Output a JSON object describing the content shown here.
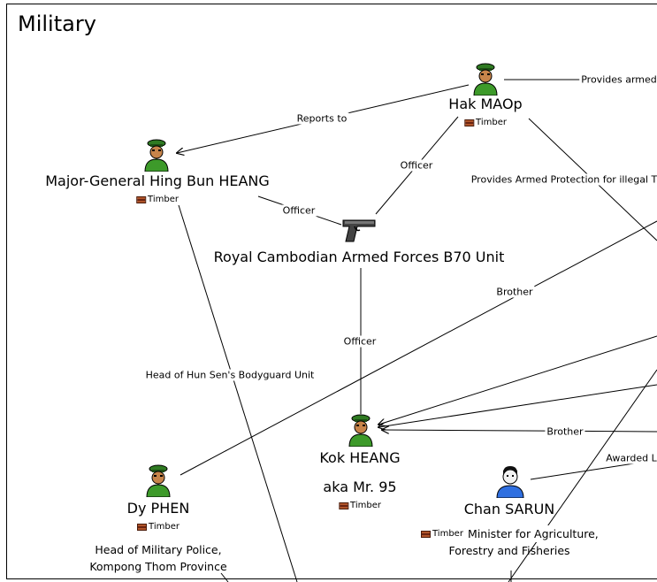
{
  "panel": {
    "title": "Military"
  },
  "tag_label": "Timber",
  "nodes": {
    "hak": {
      "name": "Hak  MAOp",
      "tag": "Timber"
    },
    "hing": {
      "name": "Major-General Hing Bun HEANG",
      "tag": "Timber"
    },
    "b70": {
      "name": "Royal Cambodian Armed Forces B70 Unit"
    },
    "kok": {
      "name": "Kok  HEANG",
      "aka": "aka Mr. 95",
      "tag": "Timber"
    },
    "dy": {
      "name": "Dy  PHEN",
      "tag": "Timber",
      "desc_line1": "Head of Military Police,",
      "desc_line2": "Kompong Thom Province"
    },
    "chan": {
      "name": "Chan  SARUN",
      "tag": "Timber",
      "desc_line1": "Minister for Agriculture,",
      "desc_line2": "Forestry and Fisheries"
    }
  },
  "edges": {
    "provides_armed": "Provides armed",
    "reports_to": "Reports to",
    "officer_hak": "Officer",
    "officer_hing": "Officer",
    "officer_kok": "Officer",
    "provides_protection": "Provides Armed Protection for illegal T",
    "brother_dy": "Brother",
    "bodyguard": "Head of Hun Sen's Bodyguard Unit",
    "brother_kok": "Brother",
    "awarded": "Awarded L"
  },
  "icons": {
    "soldier": "soldier-icon",
    "pistol": "pistol-icon",
    "civilian": "civilian-icon"
  }
}
